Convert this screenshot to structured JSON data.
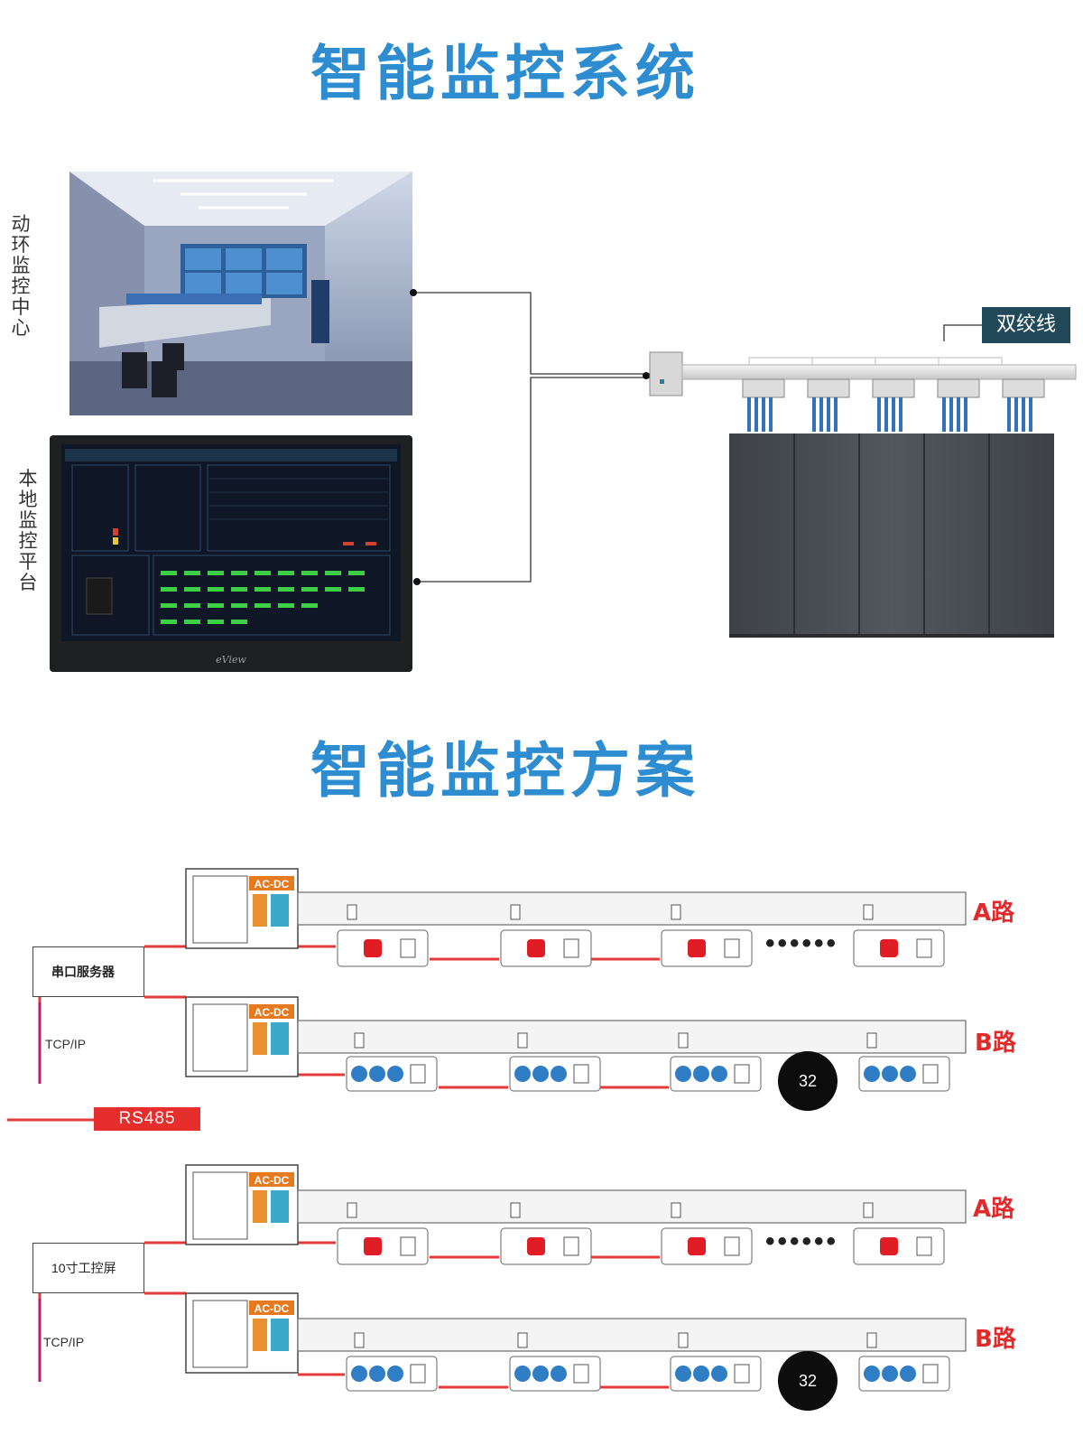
{
  "header": {
    "title": "智能监控系统"
  },
  "system": {
    "center_label": "动环监控中心",
    "local_label": "本地监控平台",
    "twisted_pair": "双绞线",
    "screen_logo": "eView",
    "colors": {
      "title": "#2d8dd0",
      "twisted_pair_bg": "#22495a",
      "cabinet": "#4b4f54"
    }
  },
  "scheme": {
    "title": "智能监控方案",
    "serial_server": "串口服务器",
    "industrial_screen": "10寸工控屏",
    "tcp_label_1": "TCP/IP",
    "tcp_label_2": "TCP/IP",
    "rs485": "RS485",
    "psu_label": "AC-DC",
    "road_a_1": "A路",
    "road_b_1": "B路",
    "road_a_2": "A路",
    "road_b_2": "B路",
    "count_1": "32",
    "count_2": "32",
    "ellipsis_1": "••••••",
    "ellipsis_2": "••••••",
    "colors": {
      "red_line": "#e33a3a",
      "rs485": "#e62e2d",
      "red_socket": "#e01d25",
      "blue_socket": "#2f7dc4",
      "psu": "#e57a1e"
    }
  }
}
